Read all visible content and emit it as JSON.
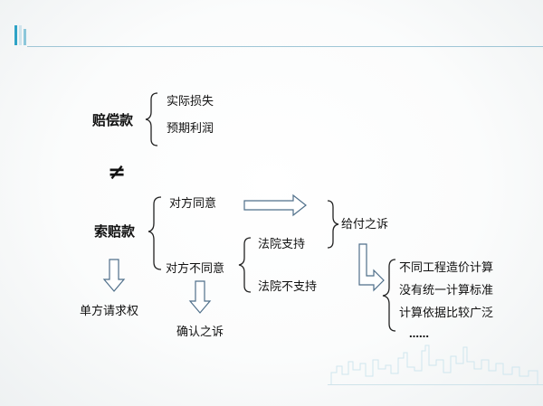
{
  "diagram": {
    "compensation": "赔偿款",
    "actual_loss": "实际损失",
    "expected_profit": "预期利润",
    "not_equal": "≠",
    "claim": "索赔款",
    "agree": "对方同意",
    "disagree": "对方不同意",
    "court_support": "法院支持",
    "court_not_support": "法院不支持",
    "payment_suit": "给付之诉",
    "confirm_suit": "确认之诉",
    "unilateral_right": "单方请求权",
    "reason_1": "不同工程造价计算",
    "reason_2": "没有统一计算标准",
    "reason_3": "计算依据比较广泛",
    "ellipsis": "……"
  },
  "colors": {
    "accent": "#2fa3c6",
    "arrow_fill": "#ffffff",
    "arrow_stroke": "#4f6f8a",
    "bracket": "#222222"
  }
}
